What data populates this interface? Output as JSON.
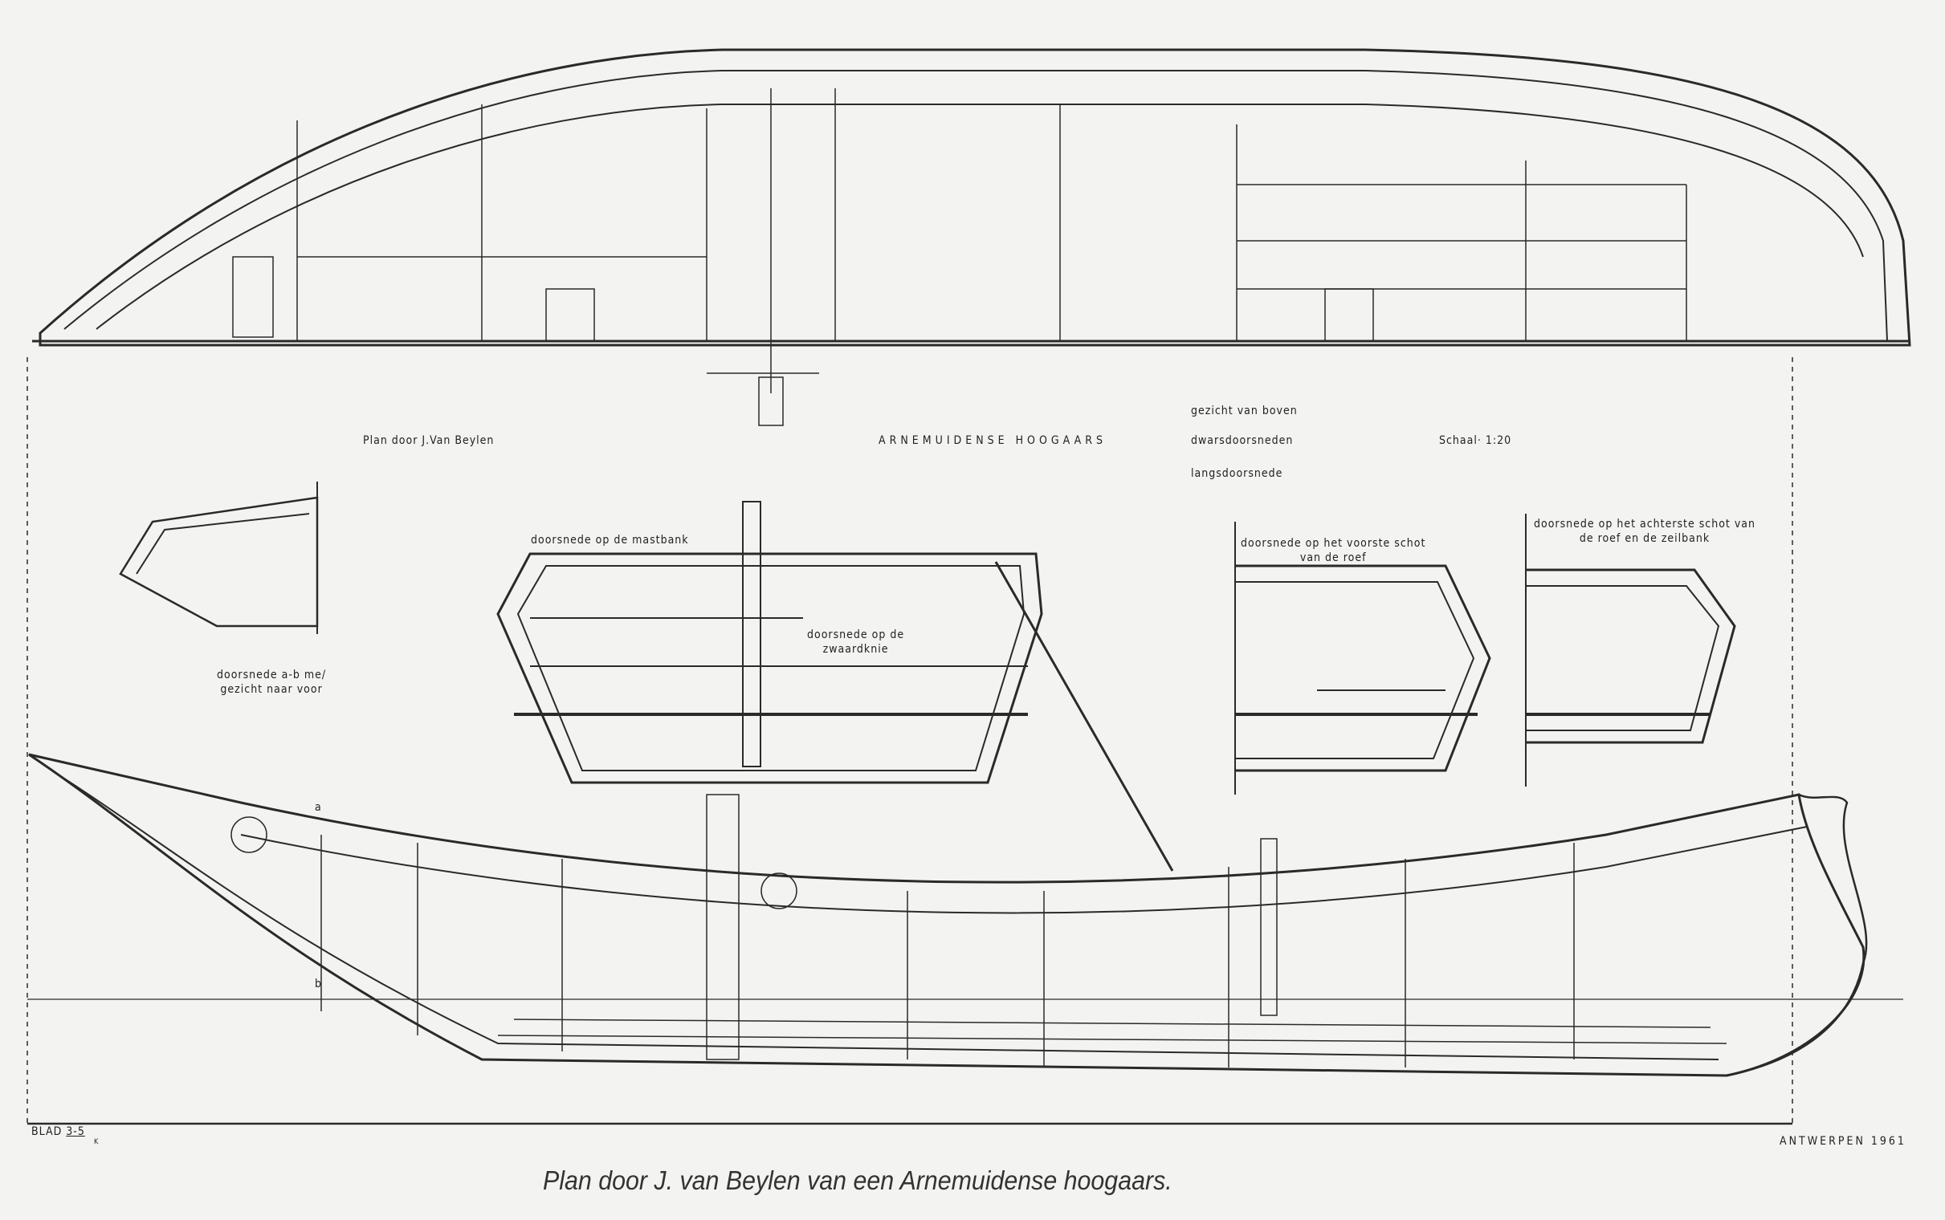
{
  "title_block": {
    "author": "Plan door  J.Van Beylen",
    "vessel": "ARNEMUIDENSE  HOOGAARS",
    "view_top": "gezicht van boven",
    "view_cross": "dwarsdoorsneden",
    "view_long": "langsdoorsnede",
    "scale": "Schaal· 1:20"
  },
  "sections": {
    "ab": [
      "doorsnede a-b me/",
      "gezicht naar voor"
    ],
    "mastbank": "doorsnede op de mastbank",
    "zwaardknie": [
      "doorsnede op de",
      "zwaardknie"
    ],
    "voorste": [
      "doorsnede op het voorste schot",
      "van de roef"
    ],
    "achterste": [
      "doorsnede op het achterste schot van",
      "de roef en de zeilbank"
    ]
  },
  "markers": {
    "a": "a",
    "b": "b"
  },
  "sheet": {
    "blad": "BLAD",
    "number": "3-5",
    "sub": "K"
  },
  "place_date": "ANTWERPEN  1961",
  "caption": "Plan door J. van Beylen van een Arnemuidense hoogaars."
}
